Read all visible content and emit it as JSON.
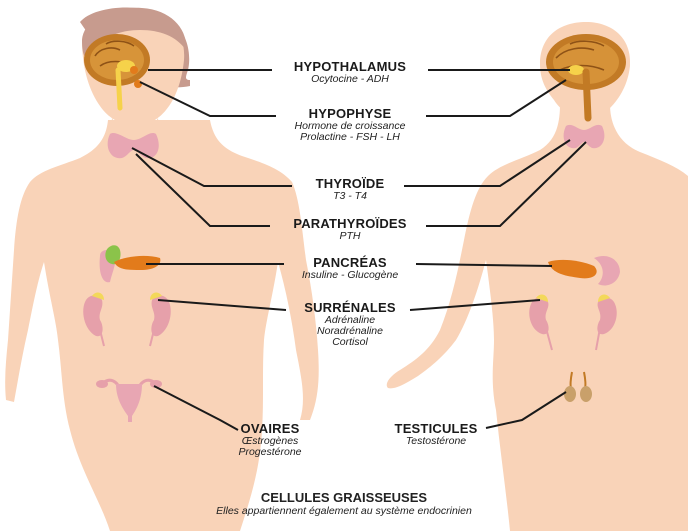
{
  "glands": {
    "hypothalamus": {
      "title": "HYPOTHALAMUS",
      "lines": [
        "Ocytocine - ADH"
      ]
    },
    "hypophyse": {
      "title": "HYPOPHYSE",
      "lines": [
        "Hormone de croissance",
        "Prolactine - FSH - LH"
      ]
    },
    "thyroide": {
      "title": "THYROÏDE",
      "lines": [
        "T3 - T4"
      ]
    },
    "parathyroides": {
      "title": "PARATHYROÏDES",
      "lines": [
        "PTH"
      ]
    },
    "pancreas": {
      "title": "PANCRÉAS",
      "lines": [
        "Insuline - Glucogène"
      ]
    },
    "surrenales": {
      "title": "SURRÉNALES",
      "lines": [
        "Adrénaline",
        "Noradrénaline",
        "Cortisol"
      ]
    },
    "ovaires": {
      "title": "OVAIRES",
      "lines": [
        "Œstrogènes",
        "Progestérone"
      ]
    },
    "testicules": {
      "title": "TESTICULES",
      "lines": [
        "Testostérone"
      ]
    }
  },
  "footer": {
    "title": "CELLULES GRAISSEUSES",
    "subtitle": "Elles appartiennent également au système endocrinien"
  },
  "colors": {
    "skin": "#f9d3b8",
    "hair": "#c79b8e",
    "brain": "#c27a25",
    "brain_light": "#e9a94b",
    "gland_pink": "#e8a6b3",
    "pancreas": "#e27b1b",
    "kidney": "#e6a0aa",
    "adrenal": "#f3d85a",
    "line": "#1a1a1a"
  }
}
